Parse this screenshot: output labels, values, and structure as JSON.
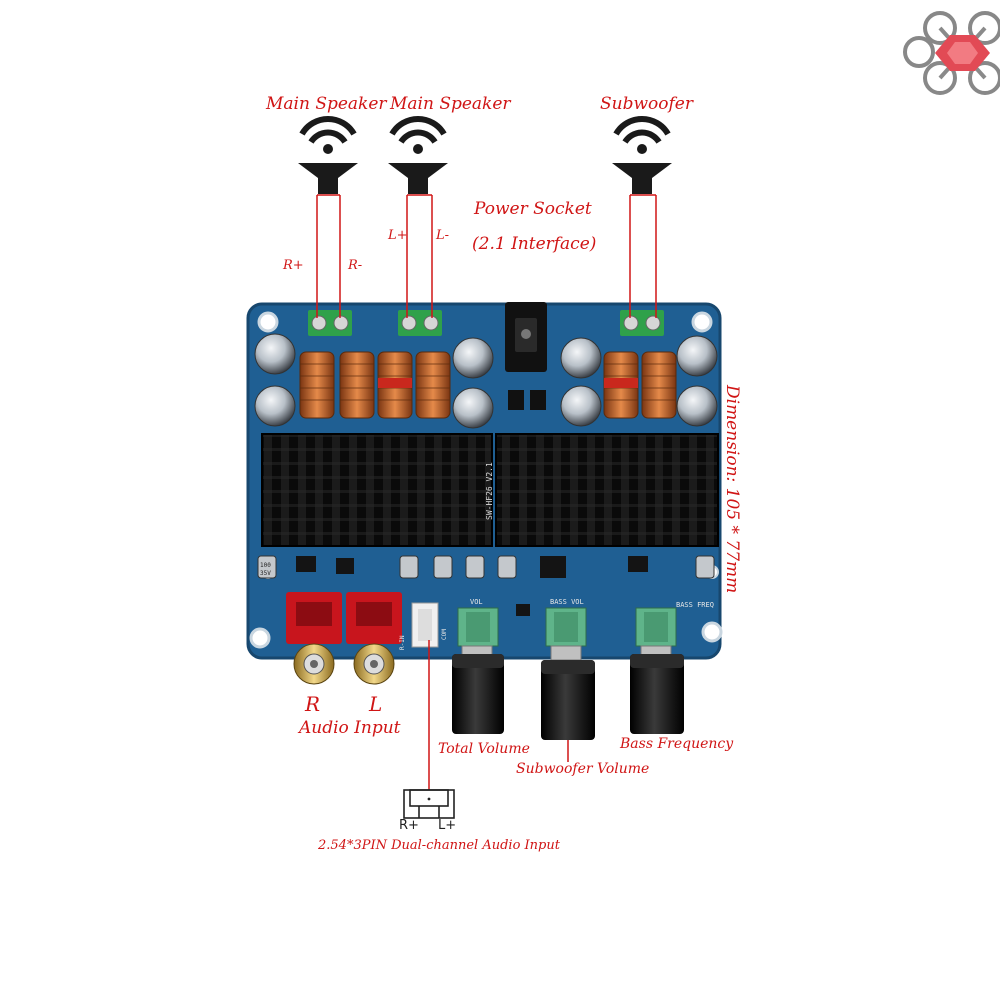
{
  "labels": {
    "main_speaker_1": "Main Speaker",
    "main_speaker_2": "Main Speaker",
    "subwoofer": "Subwoofer",
    "r_plus": "R+",
    "r_minus": "R-",
    "l_plus": "L+",
    "l_minus": "L-",
    "power_socket": "Power Socket",
    "power_interface": "(2.1 Interface)",
    "dimension": "Dimension: 105 * 77mm",
    "jack_r": "R",
    "jack_l": "L",
    "audio_input": "Audio Input",
    "total_volume": "Total Volume",
    "subwoofer_volume": "Subwoofer Volume",
    "bass_frequency": "Bass Frequency",
    "pin_r_plus": "R+",
    "pin_l_plus": "L+",
    "pin_header_desc": "2.54*3PIN Dual-channel Audio Input"
  },
  "board_silkscreen": {
    "version": "SW-HF26 V2.1",
    "vol": "VOL",
    "bass_vol": "BASS VOL",
    "bass_freq": "BASS FREQ",
    "com": "COM",
    "r_in": "R-IN",
    "cap_value_1": "100",
    "cap_value_2": "35V"
  },
  "colors": {
    "annotation": "#d01515",
    "pcb": "#1f5f93",
    "heatsink": "#141414",
    "rca_red": "#c8151d",
    "knob": "#0d0d0d",
    "pot": "#5fb48a"
  },
  "icons": [
    "speaker-icon",
    "drone-logo-icon",
    "pin-header-icon"
  ]
}
